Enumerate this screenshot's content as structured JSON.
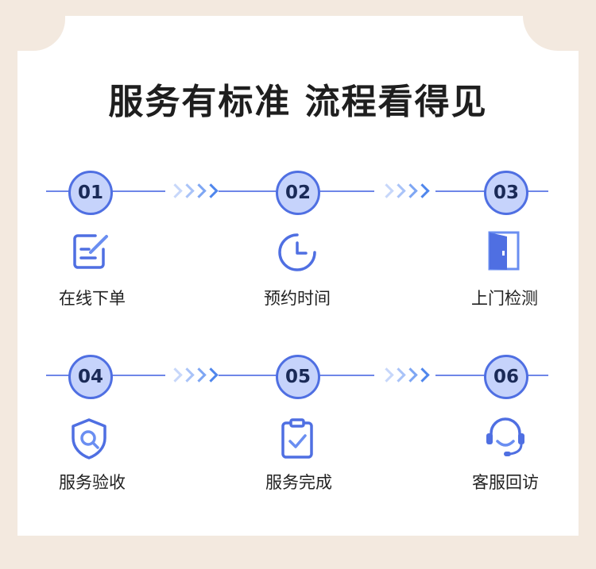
{
  "title": "服务有标准 流程看得见",
  "colors": {
    "background": "#f3e9df",
    "accent": "#4f6fe2",
    "circle_fill": "#c6d3fb",
    "line": "#6e86e8"
  },
  "steps": [
    {
      "number": "01",
      "label": "在线下单",
      "icon": "edit-form-icon"
    },
    {
      "number": "02",
      "label": "预约时间",
      "icon": "clock-icon"
    },
    {
      "number": "03",
      "label": "上门检测",
      "icon": "door-icon"
    },
    {
      "number": "04",
      "label": "服务验收",
      "icon": "shield-search-icon"
    },
    {
      "number": "05",
      "label": "服务完成",
      "icon": "clipboard-check-icon"
    },
    {
      "number": "06",
      "label": "客服回访",
      "icon": "headset-icon"
    }
  ]
}
